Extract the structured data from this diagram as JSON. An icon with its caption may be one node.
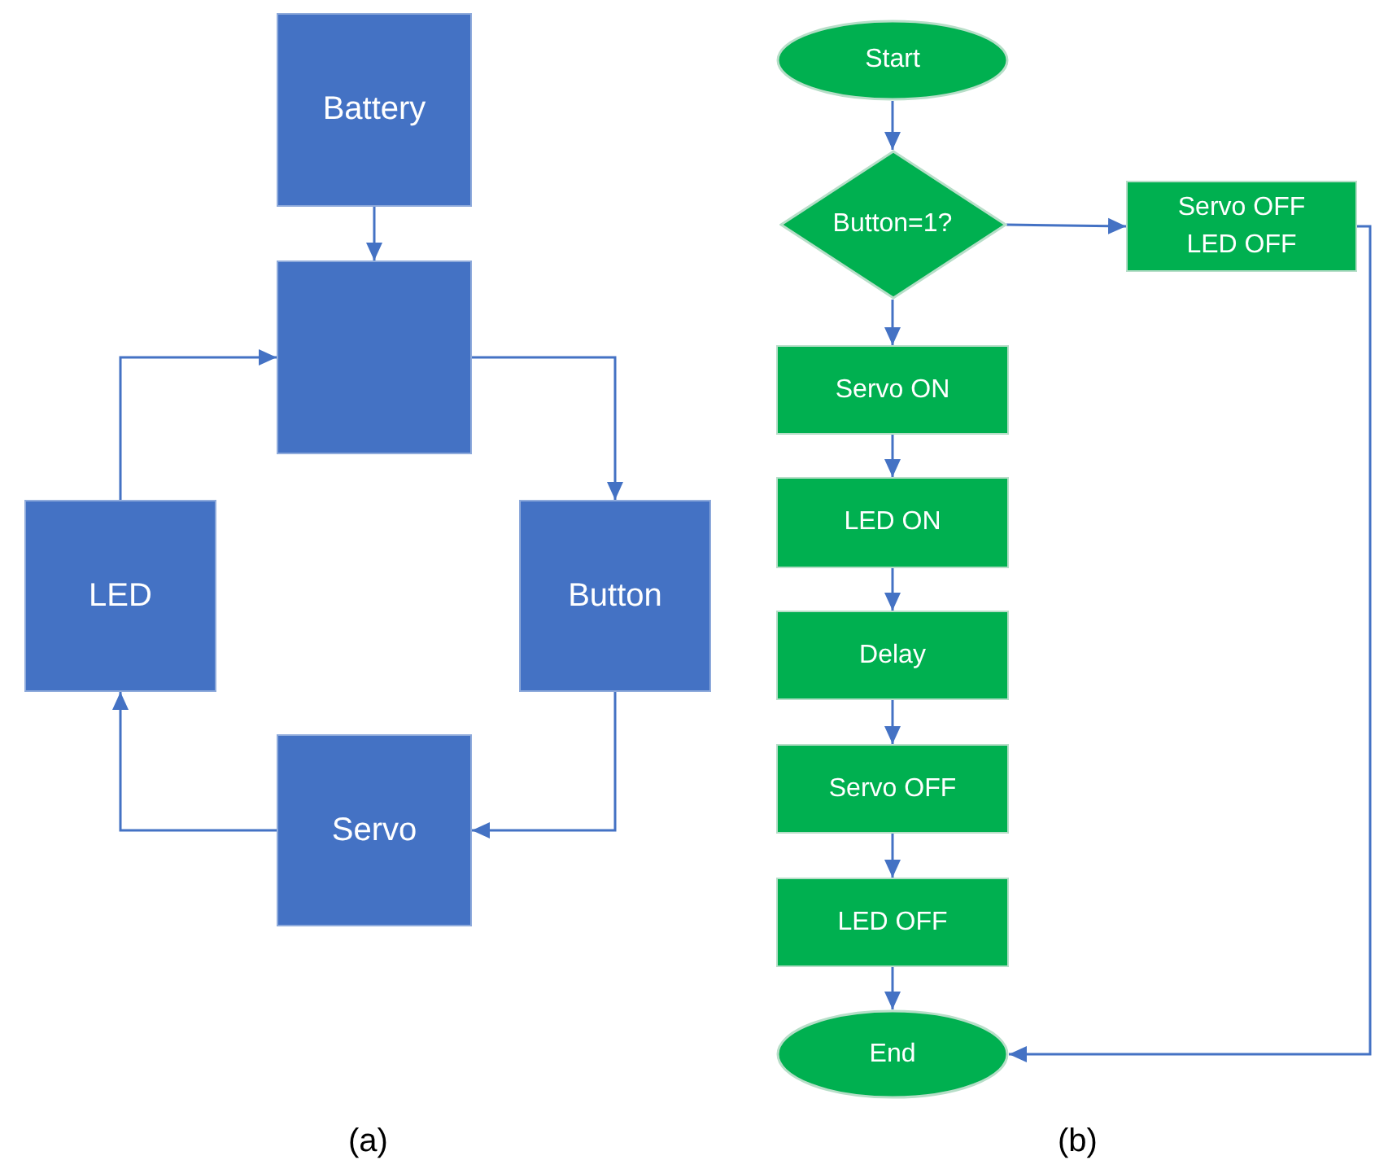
{
  "diagram": {
    "nodes": [
      {
        "text": [
          "Battery"
        ]
      },
      {
        "text": [],
        "shape": "box"
      },
      {
        "text": [
          "LED"
        ]
      },
      {
        "text": [
          "Button"
        ]
      },
      {
        "text": [
          "Servo"
        ]
      },
      {
        "text": [
          "Start"
        ]
      },
      {
        "text": [
          "Button=1?"
        ]
      },
      {
        "text": [
          "Servo OFF LED OFF"
        ]
      },
      {
        "text": [
          "Servo ON"
        ]
      },
      {
        "text": [
          "LED ON"
        ]
      },
      {
        "text": [
          "Delay"
        ]
      },
      {
        "text": [
          "Servo OFF"
        ]
      },
      {
        "text": [
          "LED OFF"
        ]
      },
      {
        "text": [
          "End"
        ]
      }
    ],
    "edges": [
      {
        "from": 0,
        "to": 1,
        "arrow": "to"
      },
      {
        "from": 1,
        "to": 3,
        "arrow": "to"
      },
      {
        "from": 2,
        "to": 1,
        "arrow": "to"
      },
      {
        "from": 3,
        "to": 4,
        "arrow": "to"
      },
      {
        "from": 4,
        "to": 2,
        "arrow": "to"
      },
      {
        "from": 5,
        "to": 6,
        "arrow": "to"
      },
      {
        "from": 6,
        "to": 7,
        "arrow": "to"
      },
      {
        "from": 7,
        "to": 13,
        "arrow": "to"
      },
      {
        "from": 6,
        "to": 8,
        "arrow": "to"
      },
      {
        "from": 8,
        "to": 9,
        "arrow": "to"
      },
      {
        "from": 9,
        "to": 10,
        "arrow": "to"
      },
      {
        "from": 10,
        "to": 11,
        "arrow": "to"
      },
      {
        "from": 11,
        "to": 12,
        "arrow": "to"
      },
      {
        "from": 12,
        "to": 13,
        "arrow": "to"
      }
    ],
    "labels": [
      "(a)",
      "(b)"
    ]
  }
}
